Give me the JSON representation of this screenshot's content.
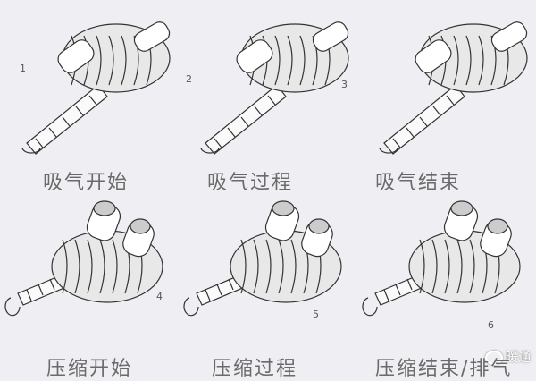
{
  "stages": [
    {
      "number": "1",
      "label": "吸气开始"
    },
    {
      "number": "2",
      "label": "吸气过程"
    },
    {
      "number": "3",
      "label": "吸气结束"
    },
    {
      "number": "4",
      "label": "压缩开始"
    },
    {
      "number": "5",
      "label": "压缩过程"
    },
    {
      "number": "6",
      "label": "压缩结束/排气"
    }
  ],
  "watermark": "暖通"
}
